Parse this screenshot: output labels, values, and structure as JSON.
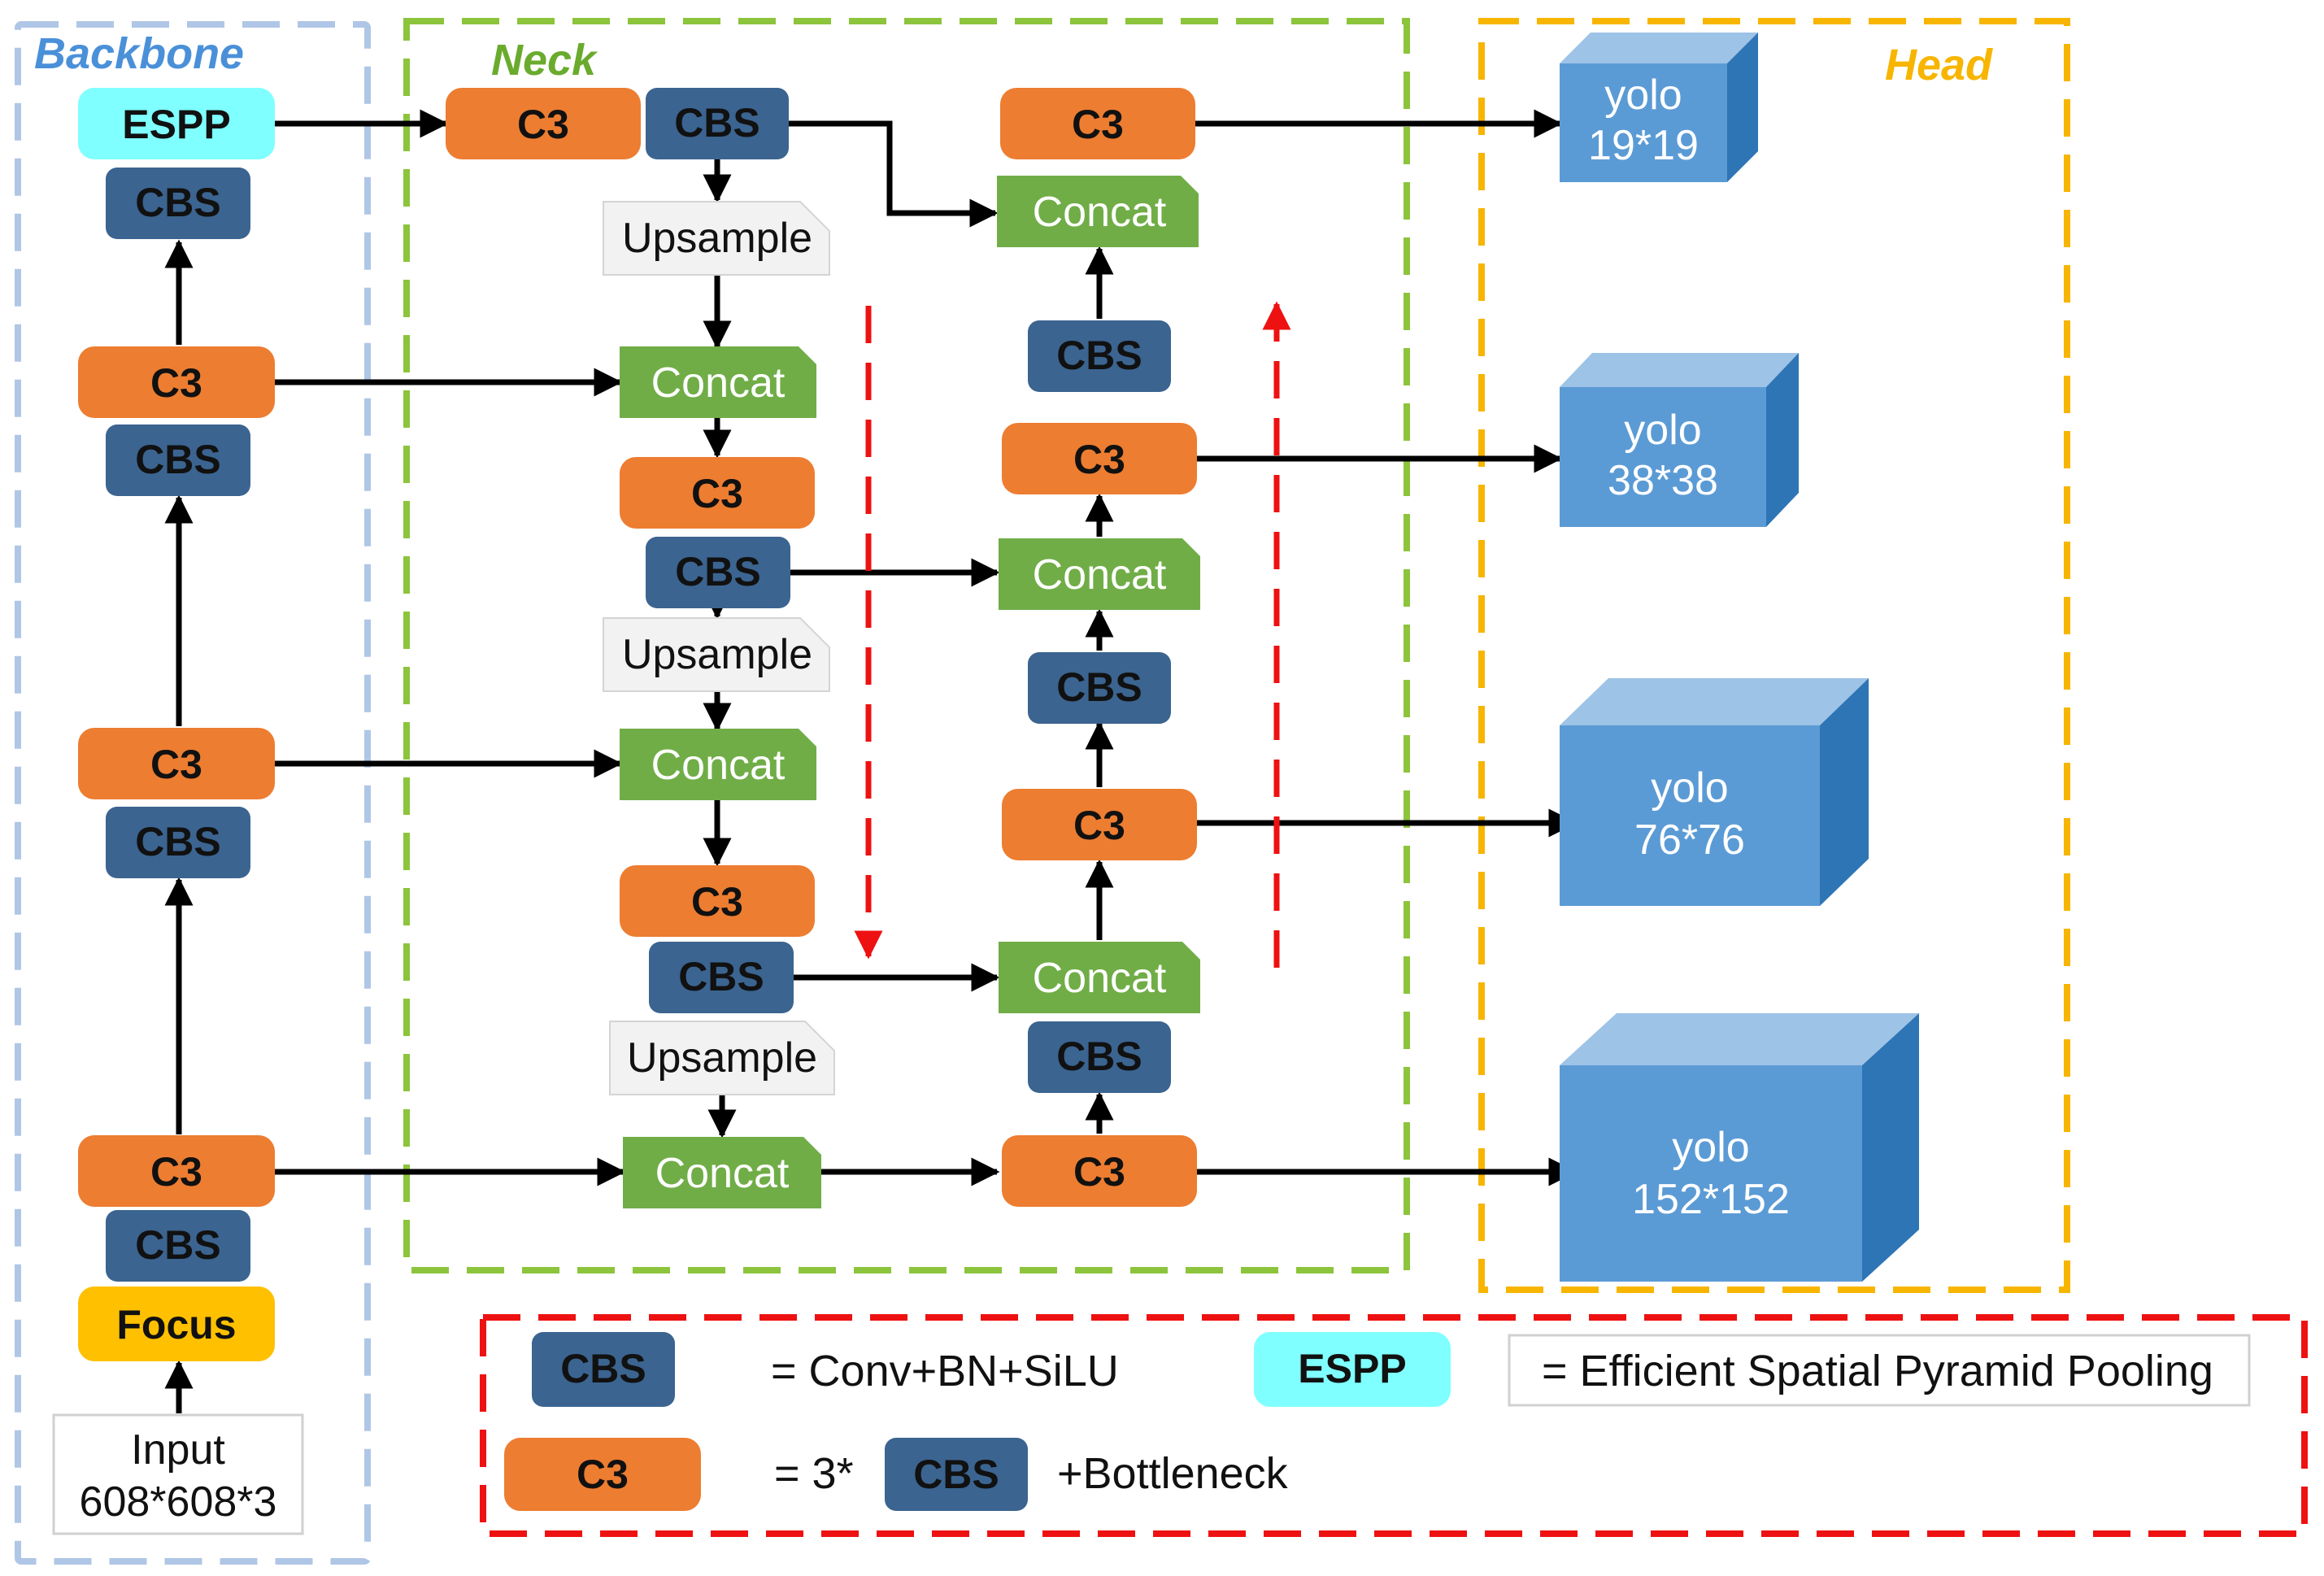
{
  "colors": {
    "c3": "#ED7D31",
    "cbs": "#3B6490",
    "concat": "#70AD47",
    "espp": "#7FFFFF",
    "focus": "#FFC000",
    "upsample": "#F2F2F2",
    "yolo_front": "#5B9BD5",
    "yolo_top": "#9DC3E6",
    "yolo_side": "#2E75B6",
    "backbone_border": "#AFC6E6",
    "neck_border": "#8CC43C",
    "head_border": "#F7B500",
    "legend_border": "#EE1111",
    "backbone_title": "#4A90D9",
    "neck_title": "#6AAB2E",
    "head_title": "#F7B500",
    "red_arrow": "#EE1111"
  },
  "regions": {
    "backbone": "Backbone",
    "neck": "Neck",
    "head": "Head"
  },
  "labels": {
    "c3": "C3",
    "cbs": "CBS",
    "concat": "Concat",
    "upsample": "Upsample",
    "espp": "ESPP",
    "focus": "Focus"
  },
  "input": {
    "line1": "Input",
    "line2": "608*608*3"
  },
  "yolo": [
    {
      "name": "yolo",
      "size": "19*19"
    },
    {
      "name": "yolo",
      "size": "38*38"
    },
    {
      "name": "yolo",
      "size": "76*76"
    },
    {
      "name": "yolo",
      "size": "152*152"
    }
  ],
  "legend": {
    "cbs_label": "CBS",
    "cbs_def": "= Conv+BN+SiLU",
    "espp_label": "ESPP",
    "espp_def": "= Efficient Spatial Pyramid Pooling",
    "c3_label": "C3",
    "c3_eq": "= 3*",
    "c3_cbs": "CBS",
    "c3_rest": "+Bottleneck"
  }
}
